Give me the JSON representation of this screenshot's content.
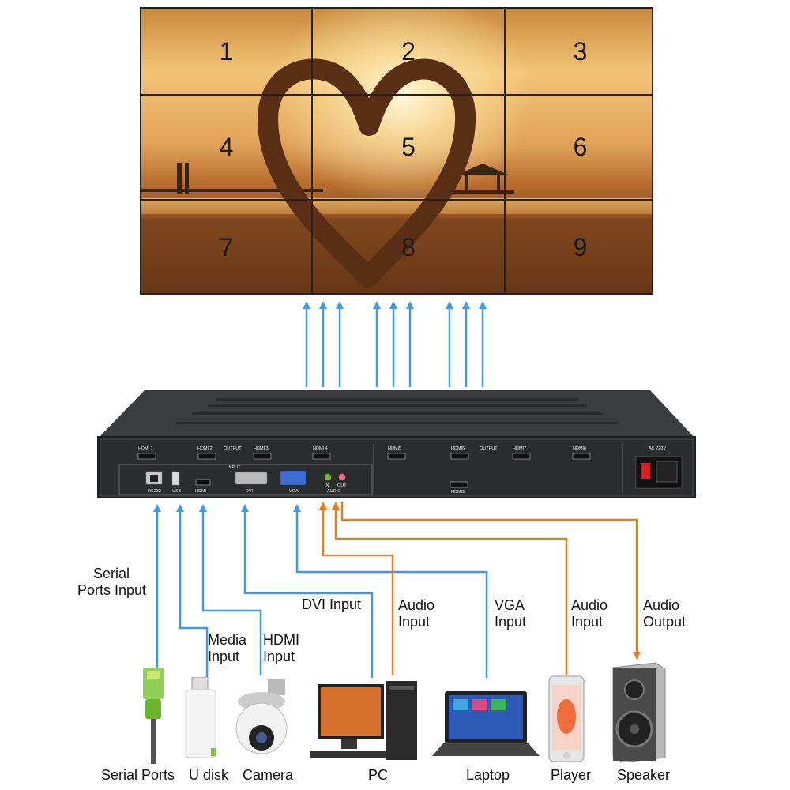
{
  "video_wall": {
    "tiles": [
      "1",
      "2",
      "3",
      "4",
      "5",
      "6",
      "7",
      "8",
      "9"
    ]
  },
  "device": {
    "output_label": "OUTPUT",
    "input_label": "INPUT",
    "ports_top": [
      "HDMI 1",
      "HDMI 2",
      "HDMI 3",
      "HDMI 4",
      "HDMI5",
      "HDMI6",
      "HDMI7",
      "HDMI8"
    ],
    "port_hdmi9": "HDMI9",
    "power_label": "AC 220V",
    "ports_input": [
      "RS232",
      "USB",
      "HDMI",
      "DVI",
      "VGA",
      "IN",
      "OUT",
      "AUDIO"
    ]
  },
  "connections": {
    "serial_ports_input": [
      "Serial",
      "Ports Input"
    ],
    "media_input": [
      "Media",
      "Input"
    ],
    "hdmi_input": [
      "HDMI",
      "Input"
    ],
    "dvi_input": "DVI Input",
    "audio_input_pc": [
      "Audio",
      "Input"
    ],
    "vga_input": [
      "VGA",
      "Input"
    ],
    "audio_input_player": [
      "Audio",
      "Input"
    ],
    "audio_output": [
      "Audio",
      "Output"
    ]
  },
  "devices": {
    "serial_ports": "Serial Ports",
    "u_disk": "U disk",
    "camera": "Camera",
    "pc": "PC",
    "laptop": "Laptop",
    "player": "Player",
    "speaker": "Speaker"
  },
  "colors": {
    "video_line": "#3d9be9",
    "audio_line": "#f07a1a"
  }
}
